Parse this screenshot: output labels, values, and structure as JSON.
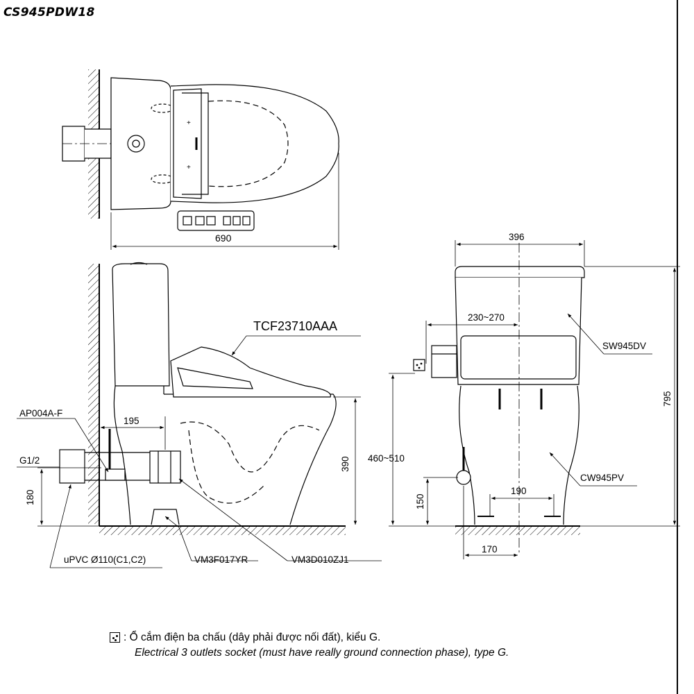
{
  "header": {
    "model": "CS945PDW18"
  },
  "top_view": {
    "dim_length": "690"
  },
  "side_view": {
    "seat_model": "TCF23710AAA",
    "supply_fitting": "AP004A-F",
    "thread": "G1/2",
    "dim_wall_to_outlet": "195",
    "dim_rim_height": "390",
    "dim_supply_height": "180",
    "pipe_spec": "uPVC Ø110(C1,C2)",
    "flange_part": "VM3F017YR",
    "outlet_part": "VM3D010ZJ1"
  },
  "front_view": {
    "dim_width": "396",
    "dim_socket_offset": "230~270",
    "dim_socket_height": "460~510",
    "tank_model": "SW945DV",
    "bowl_model": "CW945PV",
    "dim_total_height": "795",
    "dim_bolt_spacing": "190",
    "dim_inlet_height": "150",
    "dim_supply_offset": "170"
  },
  "legend": {
    "icon": "electrical-socket-icon",
    "line_vi": ": Ổ cắm điện ba chấu (dây phải được nối đất), kiểu G.",
    "line_en": "Electrical 3 outlets socket (must have really ground connection phase), type G."
  }
}
